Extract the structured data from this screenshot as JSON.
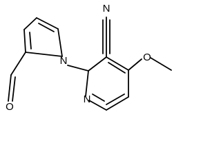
{
  "molecule": {
    "atoms": {
      "pyrrole_n": "N",
      "pyridine_n": "N",
      "methoxy_o": "O",
      "aldehyde_o": "O"
    },
    "nitrile_label": "N"
  }
}
